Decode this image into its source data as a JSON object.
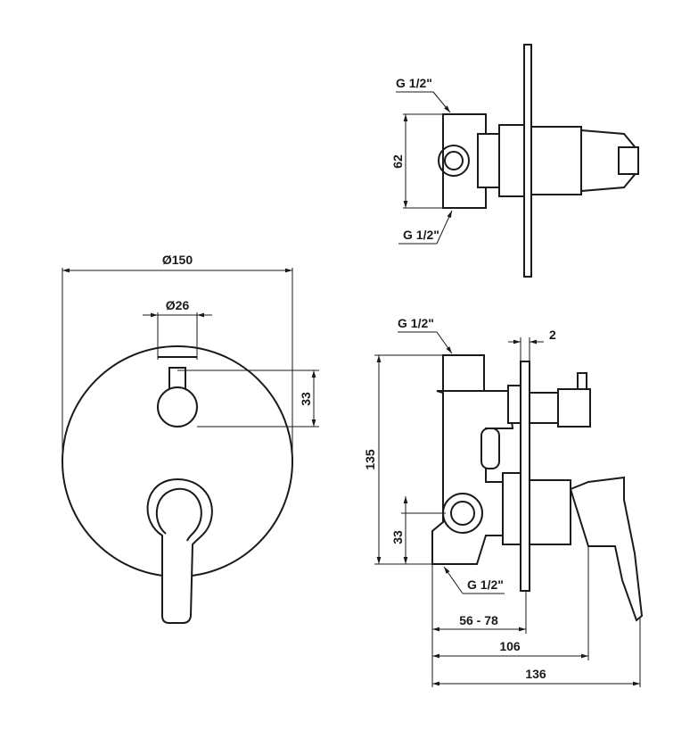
{
  "drawing": {
    "front_view": {
      "diameter_plate": "Ø150",
      "diameter_knob": "Ø26",
      "knob_offset": "33"
    },
    "top_side_view": {
      "thread_top": "G 1/2\"",
      "thread_bottom": "G 1/2\"",
      "height": "62"
    },
    "bottom_side_view": {
      "thread_top": "G 1/2\"",
      "thread_bottom": "G 1/2\"",
      "plate_thickness": "2",
      "overall_height": "135",
      "outlet_height": "33",
      "installation_depth": "56 - 78",
      "depth_to_knob": "106",
      "overall_depth": "136"
    }
  }
}
